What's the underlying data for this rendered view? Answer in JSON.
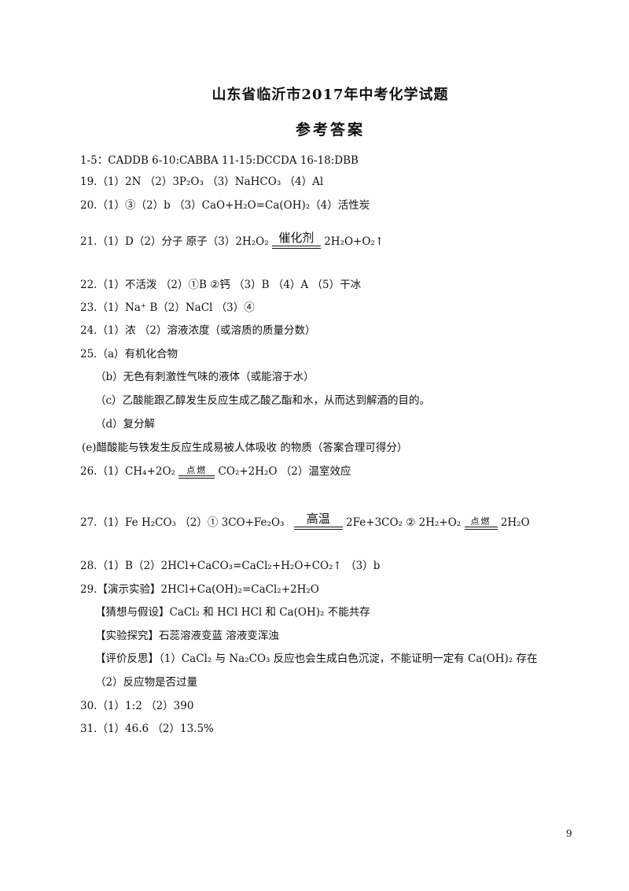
{
  "header": {
    "title": "山东省临沂市2017年中考化学试题",
    "subtitle": "参考答案"
  },
  "answers": {
    "a1_18": "1-5：CADDB   6-10:CABBA   11-15:DCCDA   16-18:DBB",
    "q19": "19.（1）2N （2）3P₂O₃ （3）NaHCO₃ （4）Al",
    "q20": "20.（1）③（2）b （3）CaO+H₂O=Ca(OH)₂（4）活性炭",
    "q21_pre": "21.（1）D（2）分子 原子（3）2H₂O₂",
    "q21_cond": "催化剂",
    "q21_post": "2H₂O+O₂↑",
    "q22": "22.（1）不活泼 （2）①B ②钙 （3）B   （4）A   （5）干冰",
    "q23": "23.（1）Na⁺ B（2）NaCl （3）④",
    "q24": "24.（1）浓 （2）溶液浓度（或溶质的质量分数）",
    "q25a": "25.（a）有机化合物",
    "q25b": "（b）无色有刺激性气味的液体（或能溶于水）",
    "q25c": "（c）乙酸能跟乙醇发生反应生成乙酸乙酯和水，从而达到解酒的目的。",
    "q25d": "（d）复分解",
    "q25e": "(e)醋酸能与铁发生反应生成易被人体吸收 的物质（答案合理可得分）",
    "q26_pre": "26.（1）CH₄+2O₂",
    "q26_cond": "点燃",
    "q26_post": "CO₂+2H₂O （2）温室效应",
    "q27_pre": "27.（1）Fe  H₂CO₃ （2）① 3CO+Fe₂O₃",
    "q27_cond1": "高温",
    "q27_mid": "2Fe+3CO₂ ② 2H₂+O₂",
    "q27_cond2": "点燃",
    "q27_post": "2H₂O",
    "q28": "28.（1）B（2）2HCl+CaCO₃=CaCl₂+H₂O+CO₂↑   （3）b",
    "q29a": "29.【演示实验】2HCl+Ca(OH)₂=CaCl₂+2H₂O",
    "q29b": "【猜想与假设】CaCl₂ 和 HCl  HCl 和 Ca(OH)₂ 不能共存",
    "q29c": "【实验探究】石蕊溶液变蓝  溶液变浑浊",
    "q29d": "【评价反思】（1）CaCl₂ 与 Na₂CO₃ 反应也会生成白色沉淀，不能证明一定有 Ca(OH)₂ 存在",
    "q29e": "（2）反应物是否过量",
    "q30": "30.（1）1:2 （2）390",
    "q31": "31.（1）46.6 （2）13.5%"
  },
  "footer": {
    "page_number": "9"
  }
}
